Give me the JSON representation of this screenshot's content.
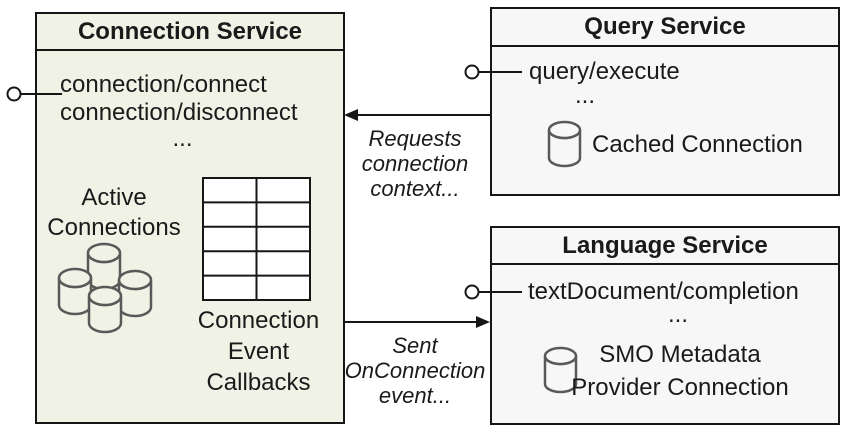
{
  "colors": {
    "connection_fill": "#f0f2e6",
    "service_fill": "#f7f7f8",
    "border": "#161616",
    "cylinder_stroke": "#595959",
    "text": "#1a1a1a"
  },
  "connection_service": {
    "title": "Connection Service",
    "methods": [
      "connection/connect",
      "connection/disconnect",
      "..."
    ],
    "active_connections": [
      "Active",
      "Connections"
    ],
    "callbacks": [
      "Connection",
      "Event",
      "Callbacks"
    ]
  },
  "query_service": {
    "title": "Query Service",
    "methods": [
      "query/execute",
      "..."
    ],
    "connection_label": "Cached Connection"
  },
  "language_service": {
    "title": "Language Service",
    "methods": [
      "textDocument/completion",
      "..."
    ],
    "connection_label": [
      "SMO Metadata",
      "Provider Connection"
    ]
  },
  "edges": {
    "requests_connection_context": [
      "Requests",
      "connection",
      "context..."
    ],
    "sent_onconnection_event": [
      "Sent",
      "OnConnection",
      "event..."
    ]
  },
  "icons": {
    "database_cluster": "database-cluster-icon",
    "database": "database-icon",
    "callback_table": "callback-table-icon",
    "interface_lollipop": "interface-lollipop-icon"
  }
}
